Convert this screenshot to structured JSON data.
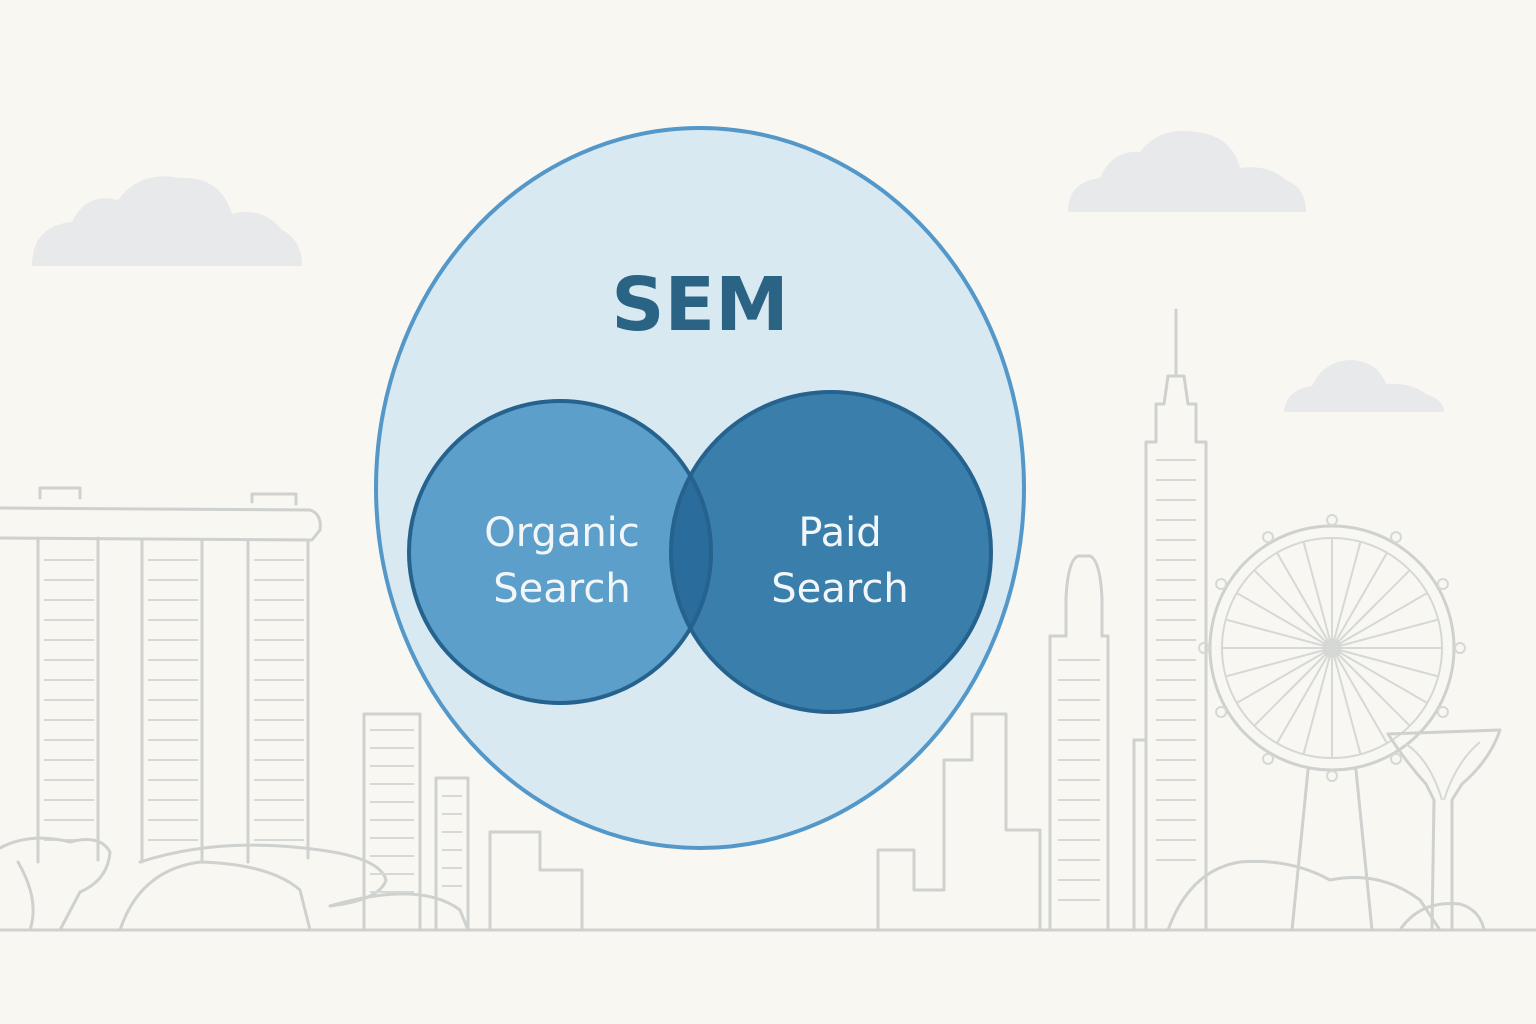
{
  "diagram": {
    "title": "SEM",
    "left_circle": {
      "line1": "Organic",
      "line2": "Search"
    },
    "right_circle": {
      "line1": "Paid",
      "line2": "Search"
    }
  },
  "colors": {
    "background": "#f8f7f2",
    "outer_fill": "#d9e9f2",
    "outer_stroke": "#5398c9",
    "left_fill": "#5b9fca",
    "right_fill": "#3a7eab",
    "overlap_fill": "#2a6d9c",
    "inner_stroke": "#25628e",
    "title": "#2a6384",
    "skyline": "#cfd1cf"
  },
  "icons": [
    "cloud-icon",
    "marina-bay-sands-icon",
    "ferris-wheel-icon",
    "tower-icon",
    "supertree-icon"
  ]
}
